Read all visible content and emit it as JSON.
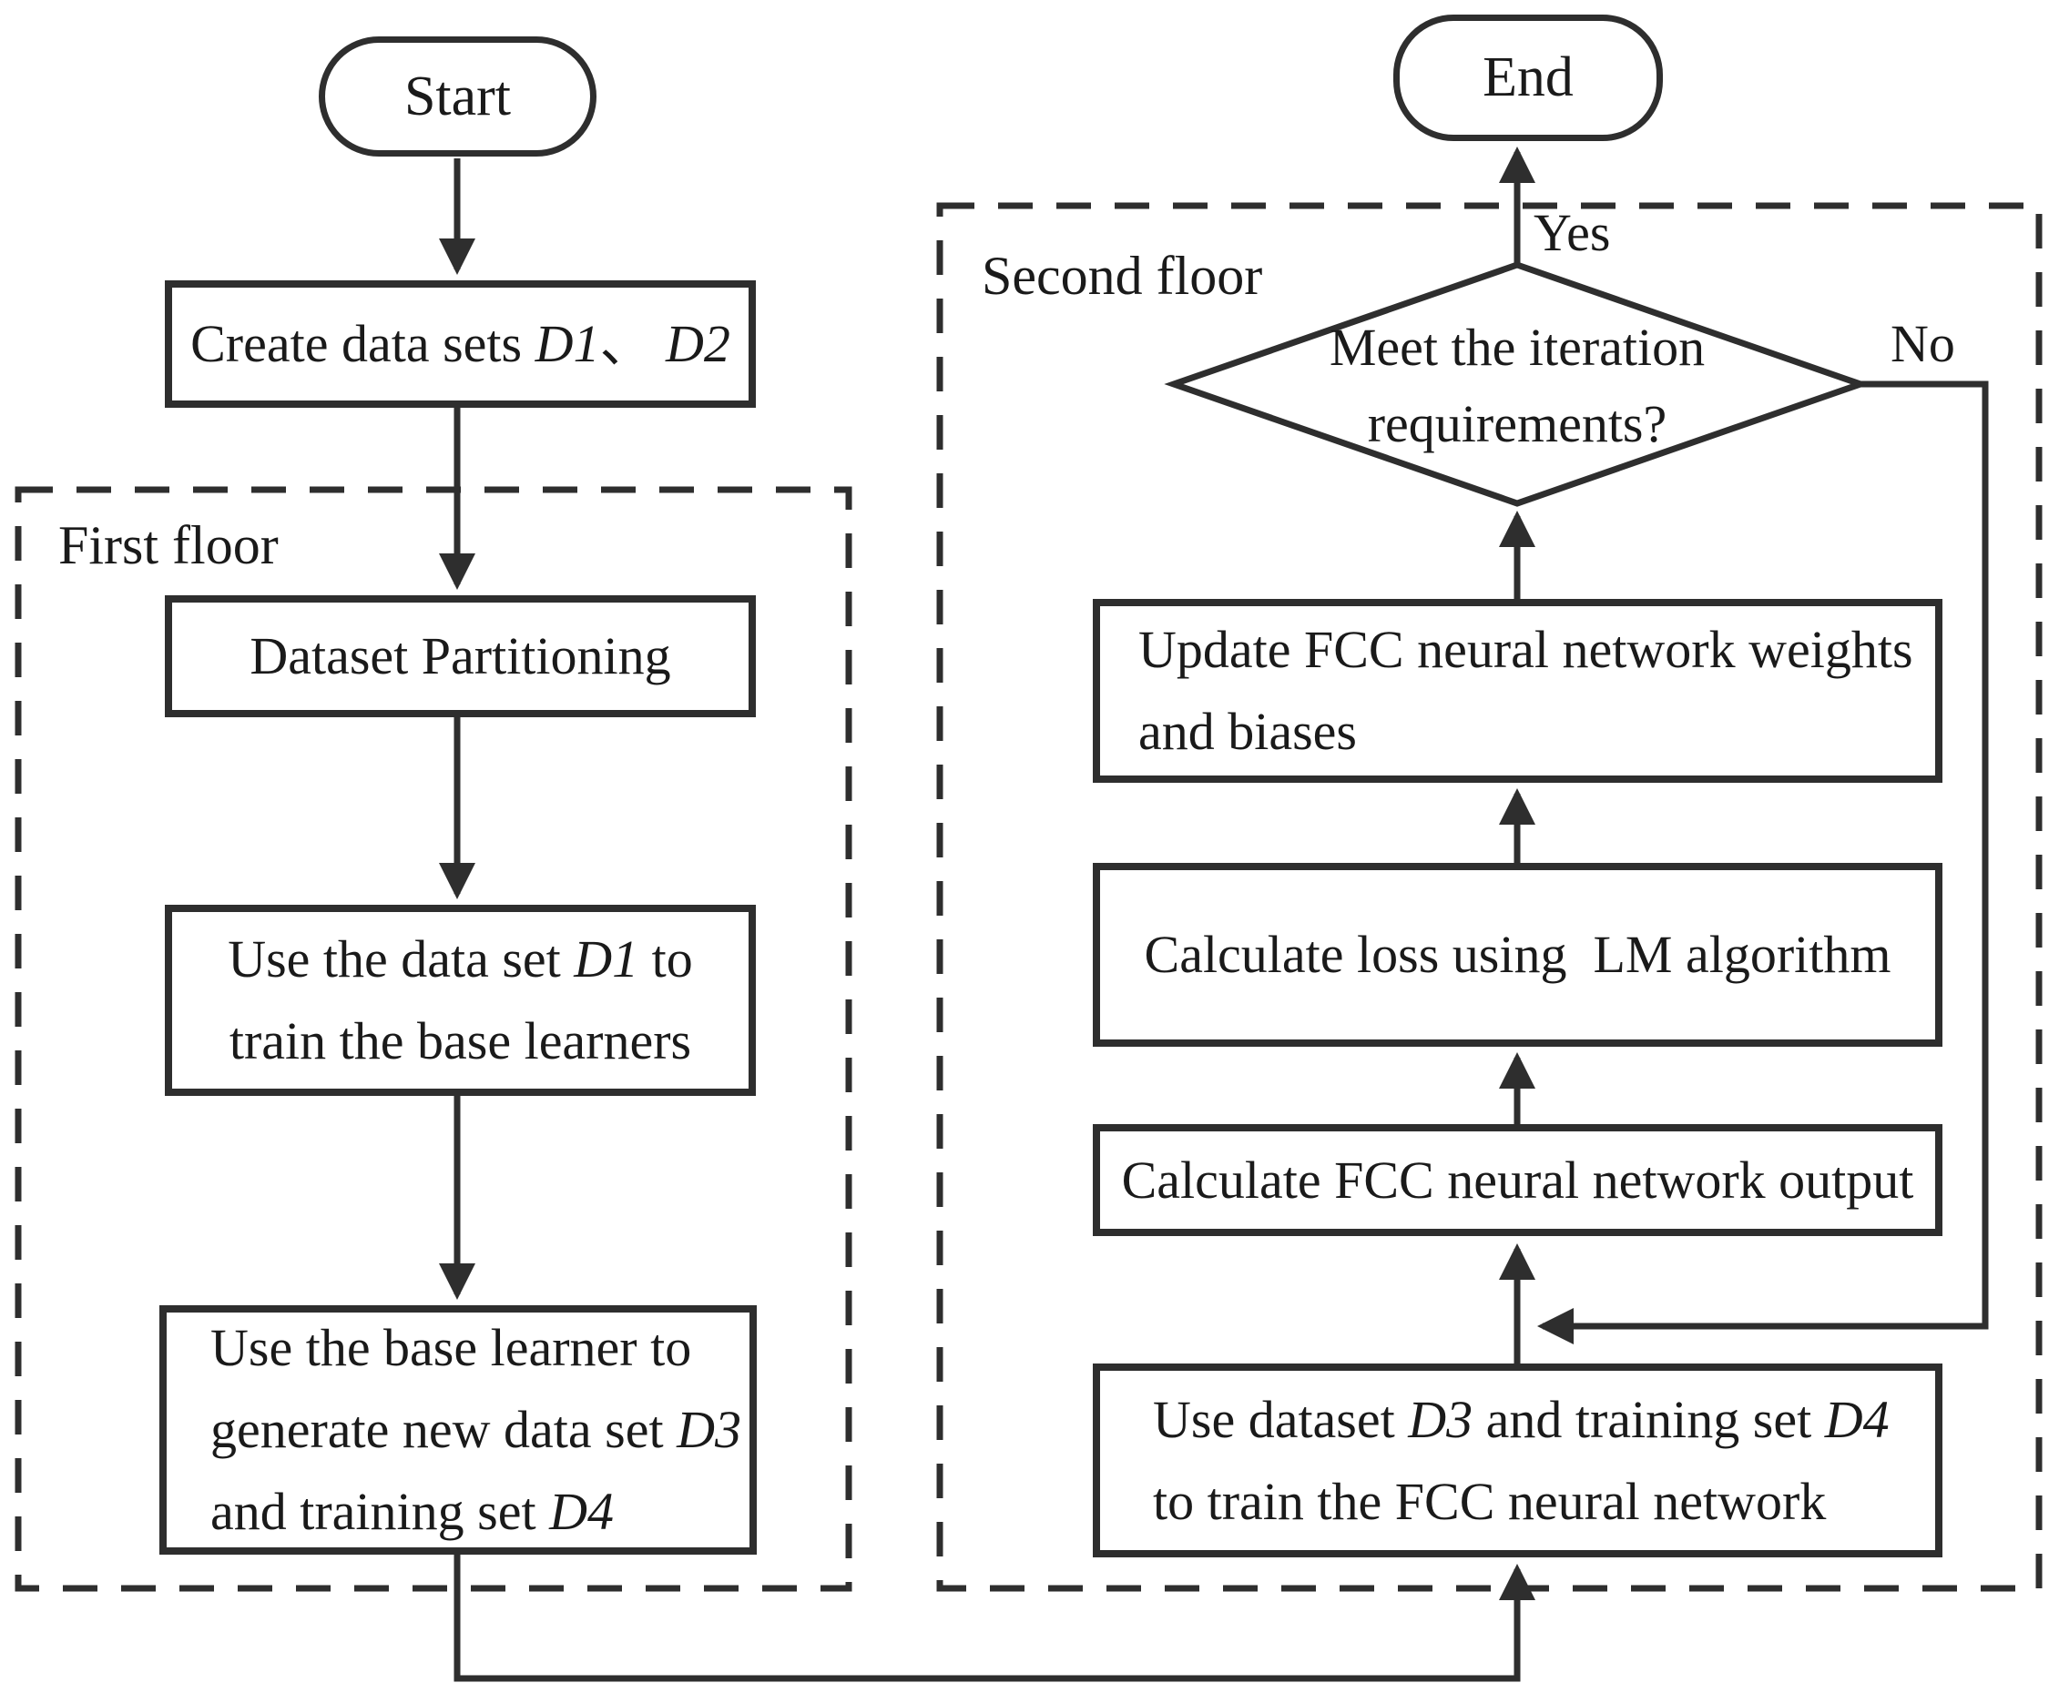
{
  "figure": {
    "background": "#ffffff",
    "line_color": "#2e2e2e",
    "text_color": "#1a1a1a"
  },
  "flowchart": {
    "start_label": "Start",
    "end_label": "End",
    "yes_label": "Yes",
    "no_label": "No",
    "first_floor": {
      "label": "First floor"
    },
    "second_floor": {
      "label": "Second floor"
    },
    "nodes": {
      "create": {
        "lines": [
          "Create data sets *D1*、 *D2*"
        ]
      },
      "partition": {
        "lines": [
          "Dataset Partitioning"
        ]
      },
      "train_base": {
        "lines": [
          "Use the data set *D1* to",
          "train the base learners"
        ]
      },
      "generate": {
        "lines": [
          "Use the base learner to",
          "generate new data set *D3*",
          "and training set *D4*"
        ]
      },
      "decision": {
        "lines": [
          "Meet the iteration",
          "requirements?"
        ]
      },
      "update": {
        "lines": [
          "Update FCC neural network weights",
          "and biases"
        ]
      },
      "loss": {
        "lines": [
          "Calculate loss using  LM algorithm"
        ]
      },
      "output": {
        "lines": [
          "Calculate FCC neural network output"
        ]
      },
      "train_fcc": {
        "lines": [
          "Use dataset *D3* and training set *D4*",
          "to train the FCC neural network"
        ]
      }
    }
  }
}
